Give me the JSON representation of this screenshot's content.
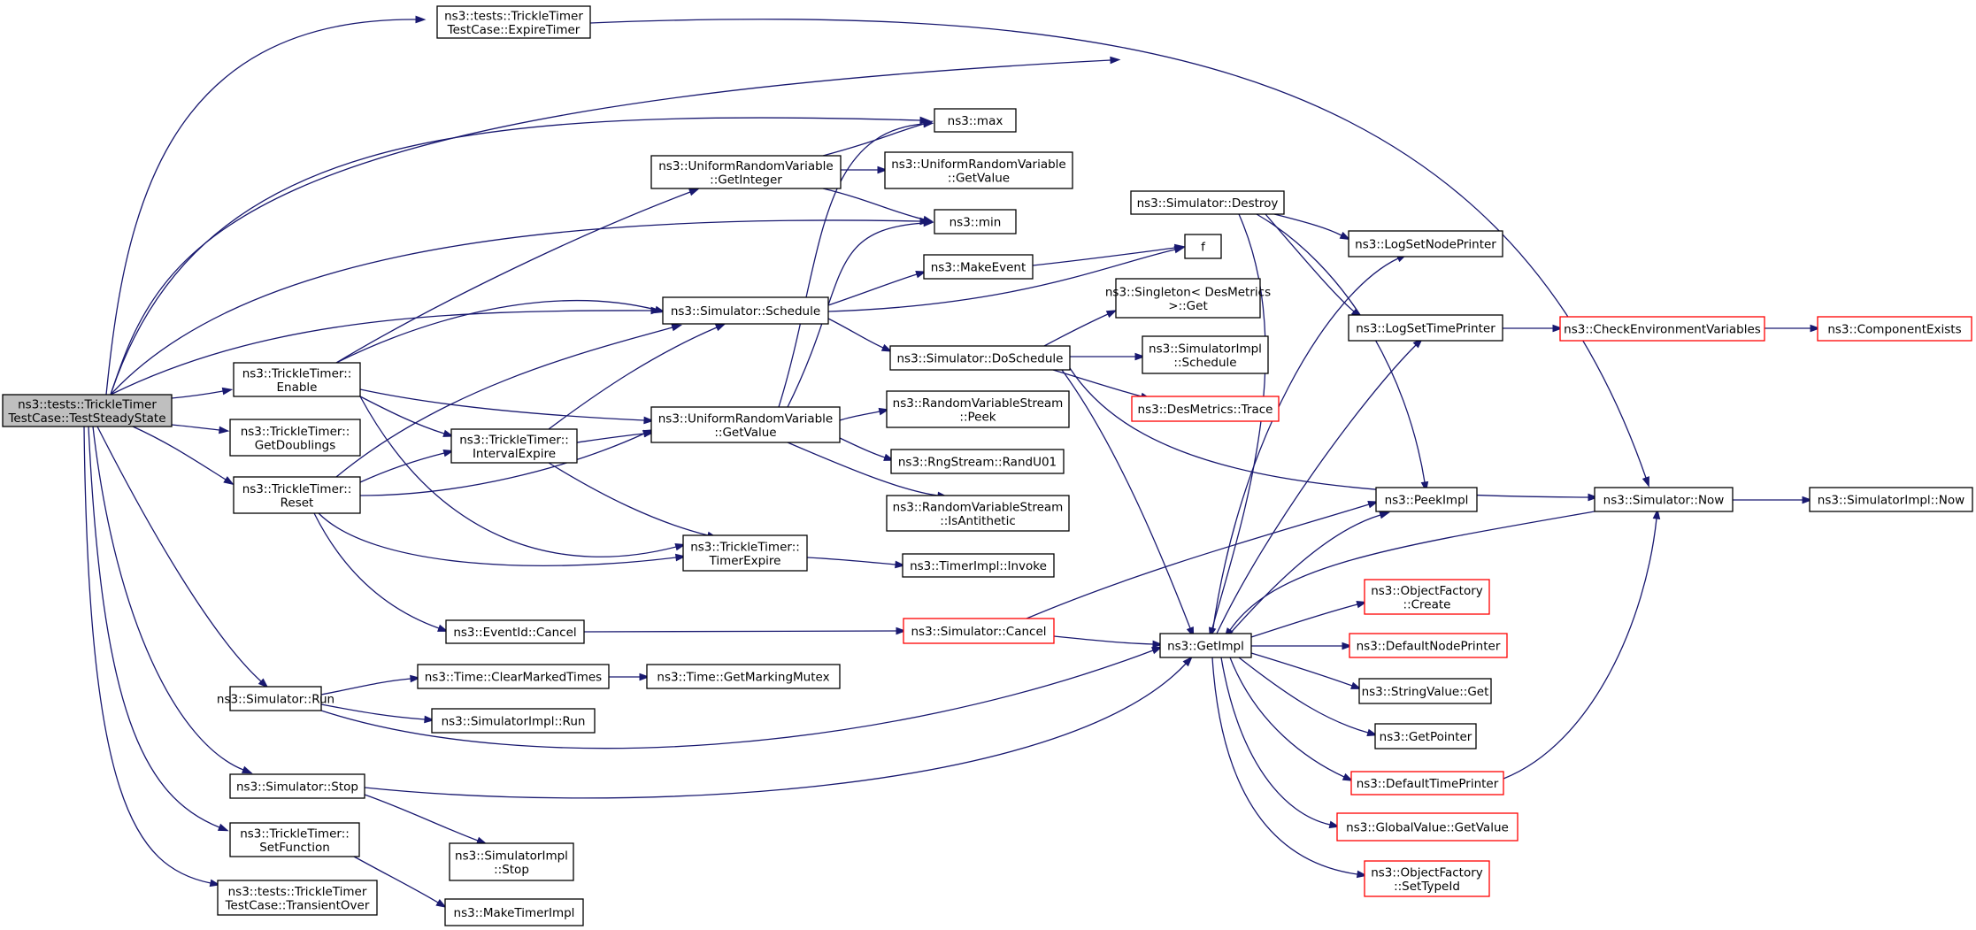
{
  "colors": {
    "root_fill": "#bfbfbf",
    "node_border": "#000000",
    "truncated_border": "#ff0000",
    "edge": "#191970",
    "background": "#ffffff"
  },
  "nodes": [
    {
      "id": "root",
      "lines": [
        "ns3::tests::TrickleTimer",
        "TestCase::TestSteadyState"
      ],
      "kind": "root"
    },
    {
      "id": "expire_timer",
      "lines": [
        "ns3::tests::TrickleTimer",
        "TestCase::ExpireTimer"
      ],
      "kind": "normal"
    },
    {
      "id": "max",
      "lines": [
        "ns3::max"
      ],
      "kind": "normal"
    },
    {
      "id": "urv_getinteger",
      "lines": [
        "ns3::UniformRandomVariable",
        "::GetInteger"
      ],
      "kind": "normal"
    },
    {
      "id": "urv_getvalue_top",
      "lines": [
        "ns3::UniformRandomVariable",
        "::GetValue"
      ],
      "kind": "normal"
    },
    {
      "id": "min",
      "lines": [
        "ns3::min"
      ],
      "kind": "normal"
    },
    {
      "id": "sim_destroy",
      "lines": [
        "ns3::Simulator::Destroy"
      ],
      "kind": "normal"
    },
    {
      "id": "f",
      "lines": [
        "f"
      ],
      "kind": "normal"
    },
    {
      "id": "makeevent",
      "lines": [
        "ns3::MakeEvent"
      ],
      "kind": "normal"
    },
    {
      "id": "logsetnodeprinter",
      "lines": [
        "ns3::LogSetNodePrinter"
      ],
      "kind": "normal"
    },
    {
      "id": "singleton_get",
      "lines": [
        "ns3::Singleton< DesMetrics",
        ">::Get"
      ],
      "kind": "normal"
    },
    {
      "id": "sim_schedule",
      "lines": [
        "ns3::Simulator::Schedule"
      ],
      "kind": "normal"
    },
    {
      "id": "logsettimeprinter",
      "lines": [
        "ns3::LogSetTimePrinter"
      ],
      "kind": "normal"
    },
    {
      "id": "checkenv",
      "lines": [
        "ns3::CheckEnvironmentVariables"
      ],
      "kind": "truncated"
    },
    {
      "id": "componentexists",
      "lines": [
        "ns3::ComponentExists"
      ],
      "kind": "truncated"
    },
    {
      "id": "sim_doschedule",
      "lines": [
        "ns3::Simulator::DoSchedule"
      ],
      "kind": "normal"
    },
    {
      "id": "simimpl_schedule",
      "lines": [
        "ns3::SimulatorImpl",
        "::Schedule"
      ],
      "kind": "normal"
    },
    {
      "id": "tt_enable",
      "lines": [
        "ns3::TrickleTimer::",
        "Enable"
      ],
      "kind": "normal"
    },
    {
      "id": "desmetrics_trace",
      "lines": [
        "ns3::DesMetrics::Trace"
      ],
      "kind": "truncated"
    },
    {
      "id": "urv_getvalue",
      "lines": [
        "ns3::UniformRandomVariable",
        "::GetValue"
      ],
      "kind": "normal"
    },
    {
      "id": "rvs_peek",
      "lines": [
        "ns3::RandomVariableStream",
        "::Peek"
      ],
      "kind": "normal"
    },
    {
      "id": "tt_getdoublings",
      "lines": [
        "ns3::TrickleTimer::",
        "GetDoublings"
      ],
      "kind": "normal"
    },
    {
      "id": "tt_intervalexpire",
      "lines": [
        "ns3::TrickleTimer::",
        "IntervalExpire"
      ],
      "kind": "normal"
    },
    {
      "id": "rngstream",
      "lines": [
        "ns3::RngStream::RandU01"
      ],
      "kind": "normal"
    },
    {
      "id": "tt_reset",
      "lines": [
        "ns3::TrickleTimer::",
        "Reset"
      ],
      "kind": "normal"
    },
    {
      "id": "peekimpl",
      "lines": [
        "ns3::PeekImpl"
      ],
      "kind": "normal"
    },
    {
      "id": "sim_now",
      "lines": [
        "ns3::Simulator::Now"
      ],
      "kind": "normal"
    },
    {
      "id": "simimpl_now",
      "lines": [
        "ns3::SimulatorImpl::Now"
      ],
      "kind": "normal"
    },
    {
      "id": "rvs_isantithetic",
      "lines": [
        "ns3::RandomVariableStream",
        "::IsAntithetic"
      ],
      "kind": "normal"
    },
    {
      "id": "tt_timerexpire",
      "lines": [
        "ns3::TrickleTimer::",
        "TimerExpire"
      ],
      "kind": "normal"
    },
    {
      "id": "timerimpl_invoke",
      "lines": [
        "ns3::TimerImpl::Invoke"
      ],
      "kind": "normal"
    },
    {
      "id": "objfactory_create",
      "lines": [
        "ns3::ObjectFactory",
        "::Create"
      ],
      "kind": "truncated"
    },
    {
      "id": "eventid_cancel",
      "lines": [
        "ns3::EventId::Cancel"
      ],
      "kind": "normal"
    },
    {
      "id": "sim_cancel",
      "lines": [
        "ns3::Simulator::Cancel"
      ],
      "kind": "truncated"
    },
    {
      "id": "getimpl",
      "lines": [
        "ns3::GetImpl"
      ],
      "kind": "normal"
    },
    {
      "id": "defaultnodeprinter",
      "lines": [
        "ns3::DefaultNodePrinter"
      ],
      "kind": "truncated"
    },
    {
      "id": "time_clearmarked",
      "lines": [
        "ns3::Time::ClearMarkedTimes"
      ],
      "kind": "normal"
    },
    {
      "id": "time_getmarkingmutex",
      "lines": [
        "ns3::Time::GetMarkingMutex"
      ],
      "kind": "normal"
    },
    {
      "id": "sim_run",
      "lines": [
        "ns3::Simulator::Run"
      ],
      "kind": "normal"
    },
    {
      "id": "stringvalue_get",
      "lines": [
        "ns3::StringValue::Get"
      ],
      "kind": "normal"
    },
    {
      "id": "simimpl_run",
      "lines": [
        "ns3::SimulatorImpl::Run"
      ],
      "kind": "normal"
    },
    {
      "id": "getpointer",
      "lines": [
        "ns3::GetPointer"
      ],
      "kind": "normal"
    },
    {
      "id": "defaulttimeprinter",
      "lines": [
        "ns3::DefaultTimePrinter"
      ],
      "kind": "truncated"
    },
    {
      "id": "sim_stop",
      "lines": [
        "ns3::Simulator::Stop"
      ],
      "kind": "normal"
    },
    {
      "id": "globalvalue_getvalue",
      "lines": [
        "ns3::GlobalValue::GetValue"
      ],
      "kind": "truncated"
    },
    {
      "id": "tt_setfunction",
      "lines": [
        "ns3::TrickleTimer::",
        "SetFunction"
      ],
      "kind": "normal"
    },
    {
      "id": "simimpl_stop",
      "lines": [
        "ns3::SimulatorImpl",
        "::Stop"
      ],
      "kind": "normal"
    },
    {
      "id": "objfactory_settypeid",
      "lines": [
        "ns3::ObjectFactory",
        "::SetTypeId"
      ],
      "kind": "truncated"
    },
    {
      "id": "tt_transientover",
      "lines": [
        "ns3::tests::TrickleTimer",
        "TestCase::TransientOver"
      ],
      "kind": "normal"
    },
    {
      "id": "maketimerimpl",
      "lines": [
        "ns3::MakeTimerImpl"
      ],
      "kind": "normal"
    }
  ],
  "edges": [
    [
      "root",
      "expire_timer"
    ],
    [
      "root",
      "sim_destroy"
    ],
    [
      "root",
      "max"
    ],
    [
      "root",
      "min"
    ],
    [
      "root",
      "sim_schedule"
    ],
    [
      "root",
      "tt_enable"
    ],
    [
      "root",
      "tt_getdoublings"
    ],
    [
      "root",
      "tt_reset"
    ],
    [
      "root",
      "sim_run"
    ],
    [
      "root",
      "sim_stop"
    ],
    [
      "root",
      "tt_setfunction"
    ],
    [
      "root",
      "tt_transientover"
    ],
    [
      "expire_timer",
      "sim_now"
    ],
    [
      "urv_getinteger",
      "max"
    ],
    [
      "urv_getinteger",
      "urv_getvalue_top"
    ],
    [
      "urv_getinteger",
      "min"
    ],
    [
      "sim_destroy",
      "logsetnodeprinter"
    ],
    [
      "sim_destroy",
      "logsettimeprinter"
    ],
    [
      "sim_destroy",
      "peekimpl"
    ],
    [
      "sim_destroy",
      "getimpl"
    ],
    [
      "makeevent",
      "f"
    ],
    [
      "sim_schedule",
      "makeevent"
    ],
    [
      "sim_schedule",
      "f"
    ],
    [
      "sim_schedule",
      "sim_doschedule"
    ],
    [
      "logsettimeprinter",
      "checkenv"
    ],
    [
      "checkenv",
      "componentexists"
    ],
    [
      "sim_doschedule",
      "singleton_get"
    ],
    [
      "sim_doschedule",
      "simimpl_schedule"
    ],
    [
      "sim_doschedule",
      "desmetrics_trace"
    ],
    [
      "sim_doschedule",
      "getimpl"
    ],
    [
      "sim_doschedule",
      "sim_now"
    ],
    [
      "tt_enable",
      "urv_getinteger"
    ],
    [
      "tt_enable",
      "sim_schedule"
    ],
    [
      "tt_enable",
      "urv_getvalue"
    ],
    [
      "tt_enable",
      "tt_intervalexpire"
    ],
    [
      "tt_enable",
      "tt_timerexpire"
    ],
    [
      "urv_getvalue",
      "max"
    ],
    [
      "urv_getvalue",
      "min"
    ],
    [
      "urv_getvalue",
      "rvs_peek"
    ],
    [
      "urv_getvalue",
      "rngstream"
    ],
    [
      "urv_getvalue",
      "rvs_isantithetic"
    ],
    [
      "tt_intervalexpire",
      "sim_schedule"
    ],
    [
      "tt_intervalexpire",
      "urv_getvalue"
    ],
    [
      "tt_intervalexpire",
      "tt_timerexpire"
    ],
    [
      "tt_reset",
      "sim_schedule"
    ],
    [
      "tt_reset",
      "tt_intervalexpire"
    ],
    [
      "tt_reset",
      "urv_getvalue"
    ],
    [
      "tt_reset",
      "tt_timerexpire"
    ],
    [
      "tt_reset",
      "eventid_cancel"
    ],
    [
      "tt_timerexpire",
      "timerimpl_invoke"
    ],
    [
      "sim_now",
      "simimpl_now"
    ],
    [
      "sim_now",
      "getimpl"
    ],
    [
      "eventid_cancel",
      "sim_cancel"
    ],
    [
      "sim_cancel",
      "peekimpl"
    ],
    [
      "sim_cancel",
      "getimpl"
    ],
    [
      "getimpl",
      "logsetnodeprinter"
    ],
    [
      "getimpl",
      "logsettimeprinter"
    ],
    [
      "getimpl",
      "peekimpl"
    ],
    [
      "getimpl",
      "objfactory_create"
    ],
    [
      "getimpl",
      "defaultnodeprinter"
    ],
    [
      "getimpl",
      "stringvalue_get"
    ],
    [
      "getimpl",
      "getpointer"
    ],
    [
      "getimpl",
      "defaulttimeprinter"
    ],
    [
      "getimpl",
      "globalvalue_getvalue"
    ],
    [
      "getimpl",
      "objfactory_settypeid"
    ],
    [
      "defaulttimeprinter",
      "sim_now"
    ],
    [
      "sim_run",
      "time_clearmarked"
    ],
    [
      "sim_run",
      "simimpl_run"
    ],
    [
      "sim_run",
      "getimpl"
    ],
    [
      "time_clearmarked",
      "time_getmarkingmutex"
    ],
    [
      "sim_stop",
      "simimpl_stop"
    ],
    [
      "sim_stop",
      "getimpl"
    ],
    [
      "tt_setfunction",
      "maketimerimpl"
    ]
  ]
}
